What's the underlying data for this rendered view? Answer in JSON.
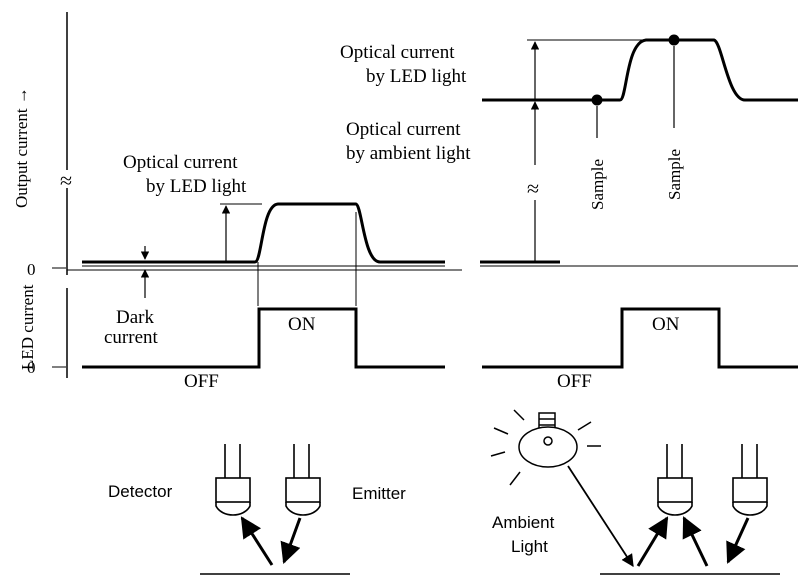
{
  "axes": {
    "output_current_label": "Output current →",
    "led_current_label": "LED current",
    "zero_label_top": "0",
    "zero_label_bottom": "0",
    "break_symbol": "≈"
  },
  "left_panel": {
    "optical_led_line1": "Optical current",
    "optical_led_line2": "by LED light",
    "dark_line1": "Dark",
    "dark_line2": "current",
    "on_label": "ON",
    "off_label": "OFF"
  },
  "right_panel": {
    "optical_led_line1": "Optical current",
    "optical_led_line2": "by LED light",
    "ambient_line1": "Optical current",
    "ambient_line2": "by ambient light",
    "sample_1": "Sample",
    "sample_2": "Sample",
    "on_label": "ON",
    "off_label": "OFF"
  },
  "bottom_left": {
    "detector_label": "Detector",
    "emitter_label": "Emitter"
  },
  "bottom_right": {
    "ambient_line1": "Ambient",
    "ambient_line2": "Light"
  },
  "colors": {
    "ink": "#000000",
    "background": "#ffffff"
  }
}
